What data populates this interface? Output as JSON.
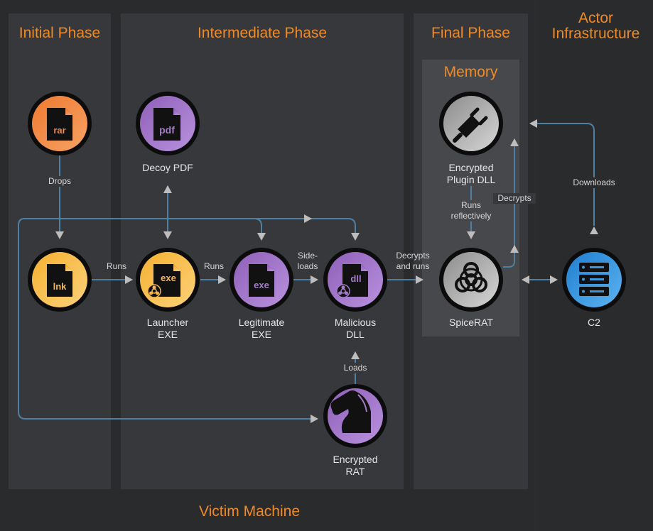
{
  "sections": {
    "initial": "Initial Phase",
    "intermediate": "Intermediate Phase",
    "final": "Final Phase",
    "memory": "Memory",
    "actor": [
      "Actor",
      "Infrastructure"
    ],
    "victim": "Victim Machine"
  },
  "nodes": {
    "rar": {
      "icon": "rar"
    },
    "lnk": {
      "icon": "lnk"
    },
    "pdf": {
      "icon": "pdf",
      "label": [
        "Decoy PDF"
      ]
    },
    "launcher": {
      "icon": "exe",
      "label": [
        "Launcher",
        "EXE"
      ]
    },
    "legit": {
      "icon": "exe",
      "label": [
        "Legitimate",
        "EXE"
      ]
    },
    "dll": {
      "icon": "dll",
      "label": [
        "Malicious",
        "DLL"
      ]
    },
    "rat": {
      "label": [
        "Encrypted",
        "RAT"
      ]
    },
    "plugin": {
      "label": [
        "Encrypted",
        "Plugin DLL"
      ]
    },
    "spicerat": {
      "label": [
        "SpiceRAT"
      ]
    },
    "c2": {
      "label": [
        "C2"
      ]
    }
  },
  "edges": {
    "drops": [
      "Drops"
    ],
    "runs1": [
      "Runs"
    ],
    "runs2": [
      "Runs"
    ],
    "sideloads": [
      "Side-",
      "loads"
    ],
    "decrypts_runs": [
      "Decrypts",
      "and runs"
    ],
    "loads": [
      "Loads"
    ],
    "runs_reflectively": [
      "Runs",
      "reflectively"
    ],
    "decrypts": [
      "Decrypts"
    ],
    "downloads": [
      "Downloads"
    ]
  },
  "colors": {
    "orange_title": "#f08a24",
    "connector": "#4f7fa1",
    "arrowhead": "#bdbdbd"
  }
}
